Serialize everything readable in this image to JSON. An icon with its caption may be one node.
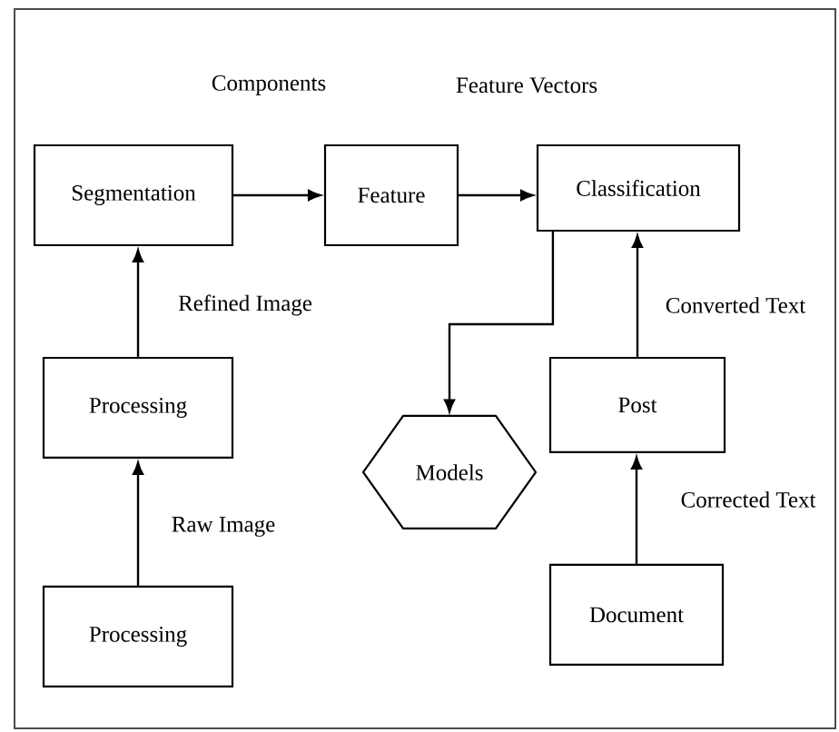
{
  "diagram": {
    "nodes": [
      {
        "text": [
          "Segmentation"
        ]
      },
      {
        "text": [
          "Feature"
        ]
      },
      {
        "text": [
          "Classification"
        ]
      },
      {
        "text": [
          "Processing"
        ]
      },
      {
        "text": [
          "Models"
        ]
      },
      {
        "text": [
          "Post"
        ]
      },
      {
        "text": [
          "Processing"
        ]
      },
      {
        "text": [
          "Document"
        ]
      }
    ],
    "edges": [
      {
        "from": 0,
        "to": 1,
        "arrow": "to",
        "label": "Components"
      },
      {
        "from": 1,
        "to": 2,
        "arrow": "to",
        "label": "Feature Vectors"
      },
      {
        "from": 2,
        "to": 4,
        "arrow": "to"
      },
      {
        "from": 5,
        "to": 2,
        "arrow": "to",
        "label": "Converted Text"
      },
      {
        "from": 3,
        "to": 0,
        "arrow": "to",
        "label": "Refined Image"
      },
      {
        "from": 6,
        "to": 3,
        "arrow": "to",
        "label": "Raw Image"
      },
      {
        "from": 7,
        "to": 5,
        "arrow": "to",
        "label": "Corrected Text"
      }
    ]
  }
}
